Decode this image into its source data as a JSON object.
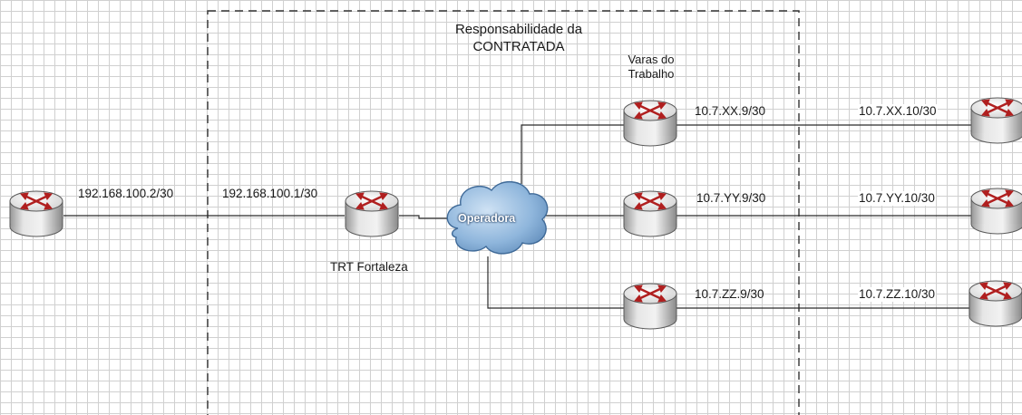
{
  "zone": {
    "title_line1": "Responsabilidade da",
    "title_line2": "CONTRATADA"
  },
  "varas": {
    "line1": "Varas do",
    "line2": "Trabalho"
  },
  "cloud": {
    "label": "Operadora",
    "fill": "#8fb6dc"
  },
  "routers": {
    "left": {
      "ip": "192.168.100.2/30"
    },
    "trt": {
      "name": "TRT Fortaleza",
      "ip": "192.168.100.1/30"
    },
    "vara_xx": {
      "ip": "10.7.XX.9/30"
    },
    "vara_yy": {
      "ip": "10.7.YY.9/30"
    },
    "vara_zz": {
      "ip": "10.7.ZZ.9/30"
    },
    "remote_xx": {
      "ip": "10.7.XX.10/30"
    },
    "remote_yy": {
      "ip": "10.7.YY.10/30"
    },
    "remote_zz": {
      "ip": "10.7.ZZ.10/30"
    }
  },
  "colors": {
    "router_body": "#e4e4e4",
    "router_arrows": "#b01f1f",
    "line": "#2a2a2a"
  },
  "icon": "router-icon"
}
